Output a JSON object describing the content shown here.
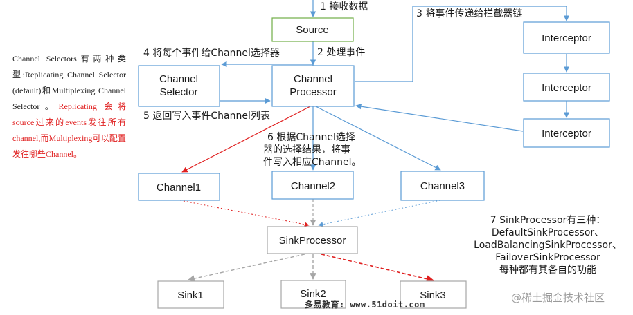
{
  "nodes": {
    "source": "Source",
    "channel_selector": [
      "Channel",
      "Selector"
    ],
    "channel_processor": [
      "Channel",
      "Processor"
    ],
    "interceptor_1": "Interceptor",
    "interceptor_2": "Interceptor",
    "interceptor_3": "Interceptor",
    "channel1": "Channel1",
    "channel2": "Channel2",
    "channel3": "Channel3",
    "sink_processor": "SinkProcessor",
    "sink1": "Sink1",
    "sink2": "Sink2",
    "sink3": "Sink3"
  },
  "steps": {
    "s1": "1 接收数据",
    "s2": "2 处理事件",
    "s3": "3 将事件传递给拦截器链",
    "s4": "4 将每个事件给Channel选择器",
    "s5": "5 返回写入事件Channel列表",
    "s6": [
      "6 根据Channel选择",
      "器的选择结果，将事",
      "件写入相应Channel。"
    ],
    "s7": [
      "7 SinkProcessor有三种：",
      "DefaultSinkProcessor、",
      "LoadBalancingSinkProcessor、",
      "FailoverSinkProcessor",
      "每种都有其各自的功能"
    ]
  },
  "side_note": {
    "part1": "Channel Selectors有两种类型:Replicating Channel Selector (default)和Multiplexing Channel Selector。",
    "part2": "Replicating 会将source过来的events发往所有channel,而Multiplexing可以配置发往哪些Channel。"
  },
  "watermarks": {
    "left": "多易教育: www.51doit.com",
    "right": "@稀土掘金技术社区"
  },
  "colors": {
    "source_border": "#70ad47",
    "node_border": "#5b9bd5",
    "sink_border": "#a6a6a6",
    "blue_arrow": "#5b9bd5",
    "red_arrow": "#e02020",
    "gray_arrow": "#a6a6a6",
    "dark_arrow": "#404040"
  }
}
